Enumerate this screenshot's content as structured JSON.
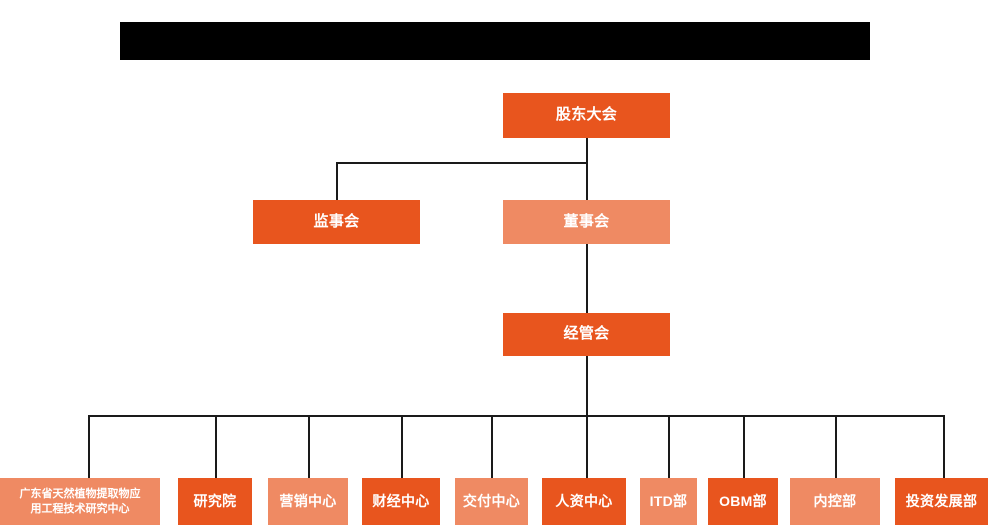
{
  "chart_data": {
    "type": "diagram",
    "diagram_kind": "organization-chart",
    "title_redacted": true,
    "orientation": "top-down",
    "palette": {
      "dark_orange": "#E8551E",
      "light_salmon": "#EF8A63",
      "connector": "#1a1a1a",
      "redaction": "#000000",
      "background": "#FFFFFF",
      "node_text": "#FFFFFF"
    },
    "levels": [
      {
        "level": 1,
        "nodes": [
          "shareholders-meeting"
        ]
      },
      {
        "level": 2,
        "nodes": [
          "board-of-supervisors",
          "board-of-directors"
        ]
      },
      {
        "level": 3,
        "nodes": [
          "management-committee"
        ]
      },
      {
        "level": 4,
        "nodes": [
          "gd-natural-plant-extract-center",
          "research-institute",
          "marketing-center",
          "finance-center",
          "delivery-center",
          "hr-center",
          "itd-department",
          "obm-department",
          "internal-control-department",
          "investment-development-department"
        ]
      }
    ],
    "edges": [
      {
        "from": "shareholders-meeting",
        "to": "board-of-supervisors"
      },
      {
        "from": "shareholders-meeting",
        "to": "board-of-directors"
      },
      {
        "from": "board-of-directors",
        "to": "management-committee"
      },
      {
        "from": "management-committee",
        "to": "gd-natural-plant-extract-center"
      },
      {
        "from": "management-committee",
        "to": "research-institute"
      },
      {
        "from": "management-committee",
        "to": "marketing-center"
      },
      {
        "from": "management-committee",
        "to": "finance-center"
      },
      {
        "from": "management-committee",
        "to": "delivery-center"
      },
      {
        "from": "management-committee",
        "to": "hr-center"
      },
      {
        "from": "management-committee",
        "to": "itd-department"
      },
      {
        "from": "management-committee",
        "to": "obm-department"
      },
      {
        "from": "management-committee",
        "to": "internal-control-department"
      },
      {
        "from": "management-committee",
        "to": "investment-development-department"
      }
    ]
  },
  "header": {
    "redacted_title": ""
  },
  "level1": {
    "shareholders_meeting": "股东大会"
  },
  "level2": {
    "board_of_supervisors": "监事会",
    "board_of_directors": "董事会"
  },
  "level3": {
    "management_committee": "经管会"
  },
  "level4": {
    "items": [
      {
        "label": "广东省天然植物提取物应\n用工程技术研究中心",
        "tone": "light"
      },
      {
        "label": "研究院",
        "tone": "dark"
      },
      {
        "label": "营销中心",
        "tone": "light"
      },
      {
        "label": "财经中心",
        "tone": "dark"
      },
      {
        "label": "交付中心",
        "tone": "light"
      },
      {
        "label": "人资中心",
        "tone": "dark"
      },
      {
        "label": "ITD部",
        "tone": "light"
      },
      {
        "label": "OBM部",
        "tone": "dark"
      },
      {
        "label": "内控部",
        "tone": "light"
      },
      {
        "label": "投资发展部",
        "tone": "dark"
      }
    ]
  }
}
